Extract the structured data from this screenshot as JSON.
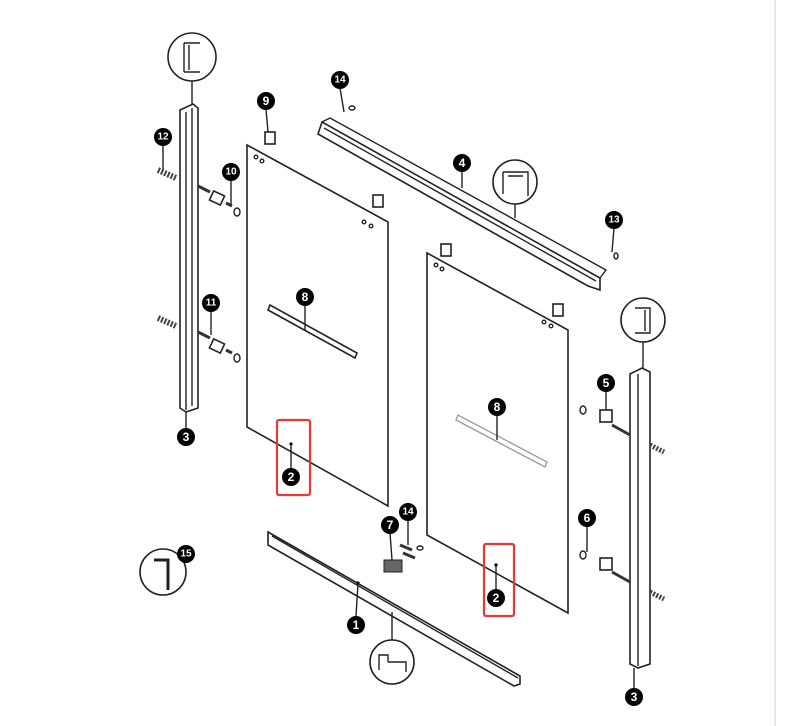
{
  "diagram": {
    "labels": {
      "bottom_rail": "1",
      "panel_left_marker": "2",
      "panel_right_marker": "2",
      "left_post": "3",
      "right_post": "3",
      "top_rail": "4",
      "right_upper_fixing": "5",
      "right_lower_fixing": "6",
      "guide": "7",
      "handle_left": "8",
      "handle_right": "8",
      "roller_hanger": "9",
      "left_upper_fixing": "10",
      "left_lower_fixing": "11",
      "wall_anchor": "12",
      "rail_screw_right": "13",
      "rail_screw_left": "14",
      "guide_screw": "14",
      "hex_key": "15"
    },
    "highlight_color": "#e53935"
  }
}
